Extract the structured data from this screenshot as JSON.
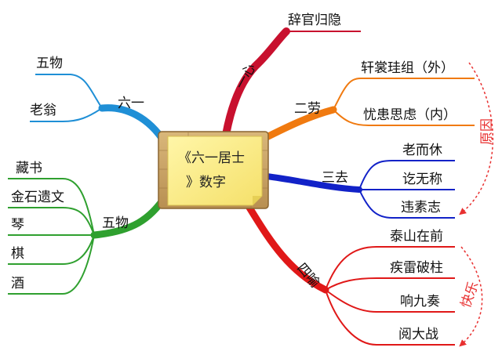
{
  "center": {
    "line1": "《六一居士",
    "line2": "》数字"
  },
  "branches": {
    "liuyi": {
      "label": "六一",
      "color": "#1f8fd6",
      "items": [
        "五物",
        "老翁"
      ]
    },
    "wuwu": {
      "label": "五物",
      "color": "#2fa02f",
      "items": [
        "藏书",
        "金石遗文",
        "琴",
        "棋",
        "酒"
      ]
    },
    "yixin": {
      "label": "一心",
      "color": "#c8102e",
      "items": [
        "辞官归隐"
      ]
    },
    "erlao": {
      "label": "二劳",
      "color": "#f07a10",
      "items": [
        "轩裳珪组（外）",
        "忧患思虑（内）"
      ]
    },
    "sanqu": {
      "label": "三去",
      "color": "#1222c8",
      "items": [
        "老而休",
        "讫无称",
        "违素志"
      ]
    },
    "siyu": {
      "label": "四喻",
      "color": "#e01818",
      "items": [
        "泰山在前",
        "疾雷破柱",
        "响九奏",
        "阅大战"
      ]
    }
  },
  "annotations": {
    "reason": {
      "label": "原因",
      "color": "#e83030"
    },
    "joy": {
      "label": "快乐",
      "color": "#e83030"
    }
  }
}
